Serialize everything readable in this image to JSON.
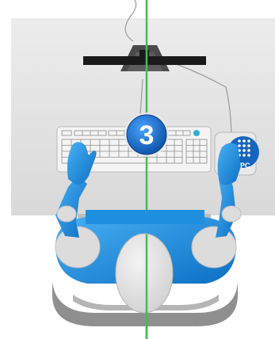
{
  "step_badge": {
    "number": "3"
  },
  "mouse_pad_brand": {
    "text": "PC"
  },
  "colors": {
    "desk": "#e3e3e3",
    "body_blue": "#1f8fe0",
    "body_blue_dark": "#0d6ab8",
    "head": "#e6e6e6",
    "center_line": "#3fbf4f",
    "badge": "#1570c8",
    "monitor": "#1a1a1a",
    "chair": "#9a9a9a",
    "keyboard": "#f2f2f2"
  },
  "icons": [
    "numbered-step-badge",
    "mouse-pad-logo",
    "monitor",
    "keyboard",
    "mouse",
    "chair",
    "person-topview"
  ]
}
